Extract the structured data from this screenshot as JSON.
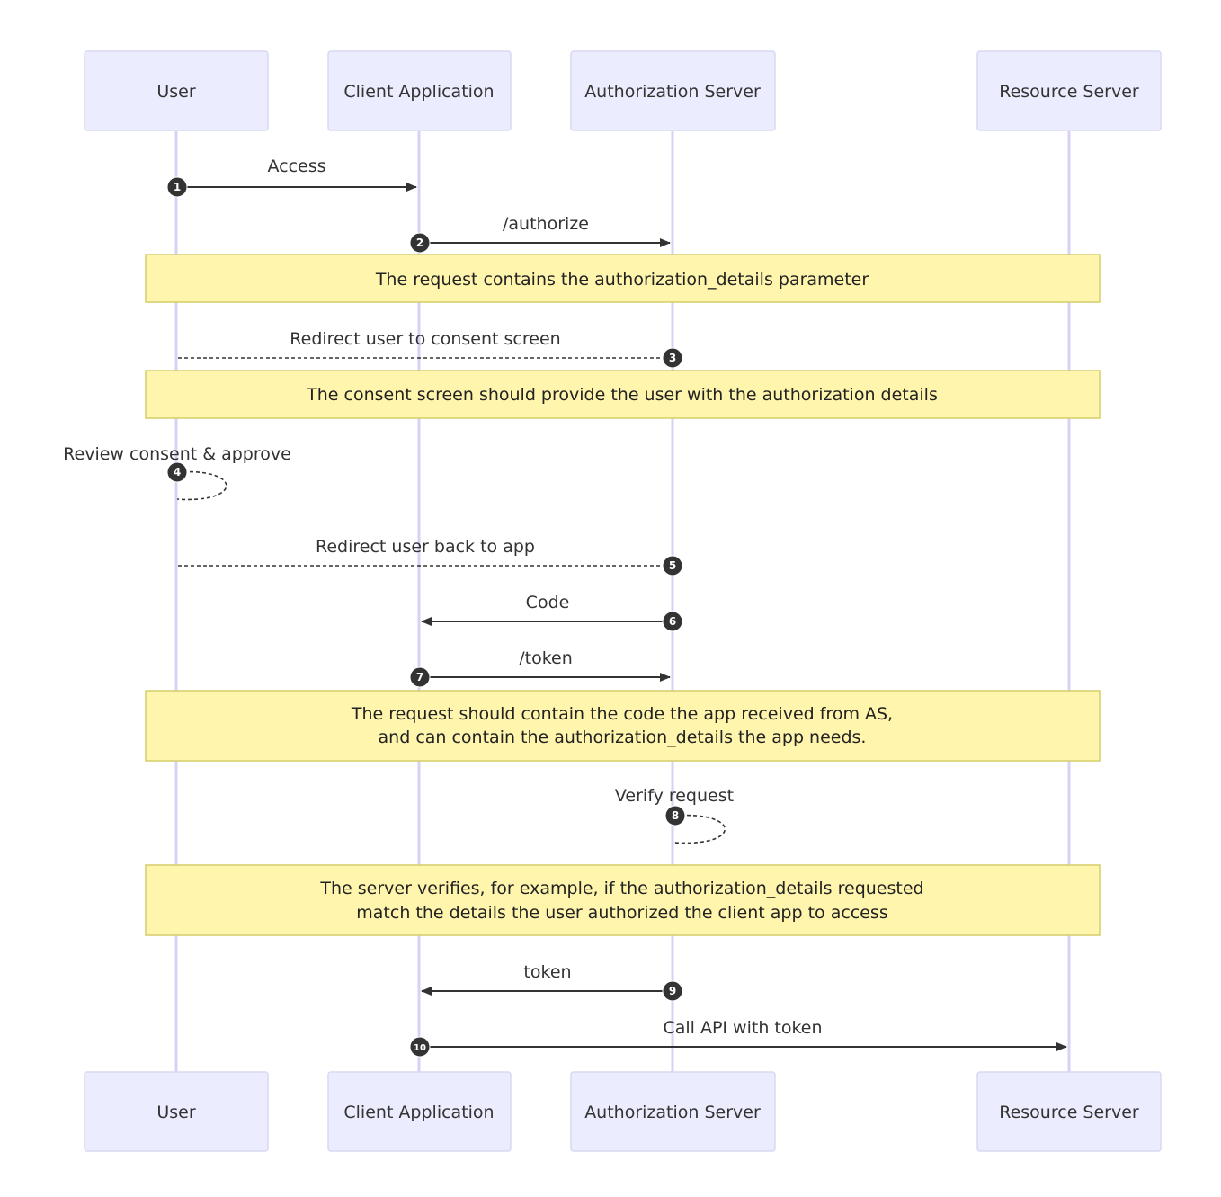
{
  "actors": [
    {
      "id": "user",
      "label": "User"
    },
    {
      "id": "client",
      "label": "Client Application"
    },
    {
      "id": "as",
      "label": "Authorization Server"
    },
    {
      "id": "rs",
      "label": "Resource Server"
    }
  ],
  "messages": [
    {
      "num": "1",
      "label": "Access",
      "from": "user",
      "to": "client",
      "style": "solid"
    },
    {
      "num": "2",
      "label": "/authorize",
      "from": "client",
      "to": "as",
      "style": "solid"
    },
    {
      "num": "3",
      "label": "Redirect user to consent screen",
      "from": "as",
      "to": "user",
      "style": "dotted"
    },
    {
      "num": "4",
      "label": "Review consent & approve",
      "from": "user",
      "to": "user",
      "style": "dotted"
    },
    {
      "num": "5",
      "label": "Redirect user back to app",
      "from": "as",
      "to": "user",
      "style": "dotted"
    },
    {
      "num": "6",
      "label": "Code",
      "from": "as",
      "to": "client",
      "style": "solid"
    },
    {
      "num": "7",
      "label": "/token",
      "from": "client",
      "to": "as",
      "style": "solid"
    },
    {
      "num": "8",
      "label": "Verify request",
      "from": "as",
      "to": "as",
      "style": "dotted"
    },
    {
      "num": "9",
      "label": "token",
      "from": "as",
      "to": "client",
      "style": "solid"
    },
    {
      "num": "10",
      "label": "Call API with token",
      "from": "client",
      "to": "rs",
      "style": "solid"
    }
  ],
  "notes": [
    {
      "lines": [
        "The request contains the authorization_details parameter"
      ]
    },
    {
      "lines": [
        "The consent screen should provide the user with the authorization details"
      ]
    },
    {
      "lines": [
        "The request should contain the code the app received from AS,",
        "and can contain the authorization_details the app needs."
      ]
    },
    {
      "lines": [
        "The server verifies, for example, if the authorization_details requested",
        "match the details the user authorized the client app to access"
      ]
    }
  ]
}
